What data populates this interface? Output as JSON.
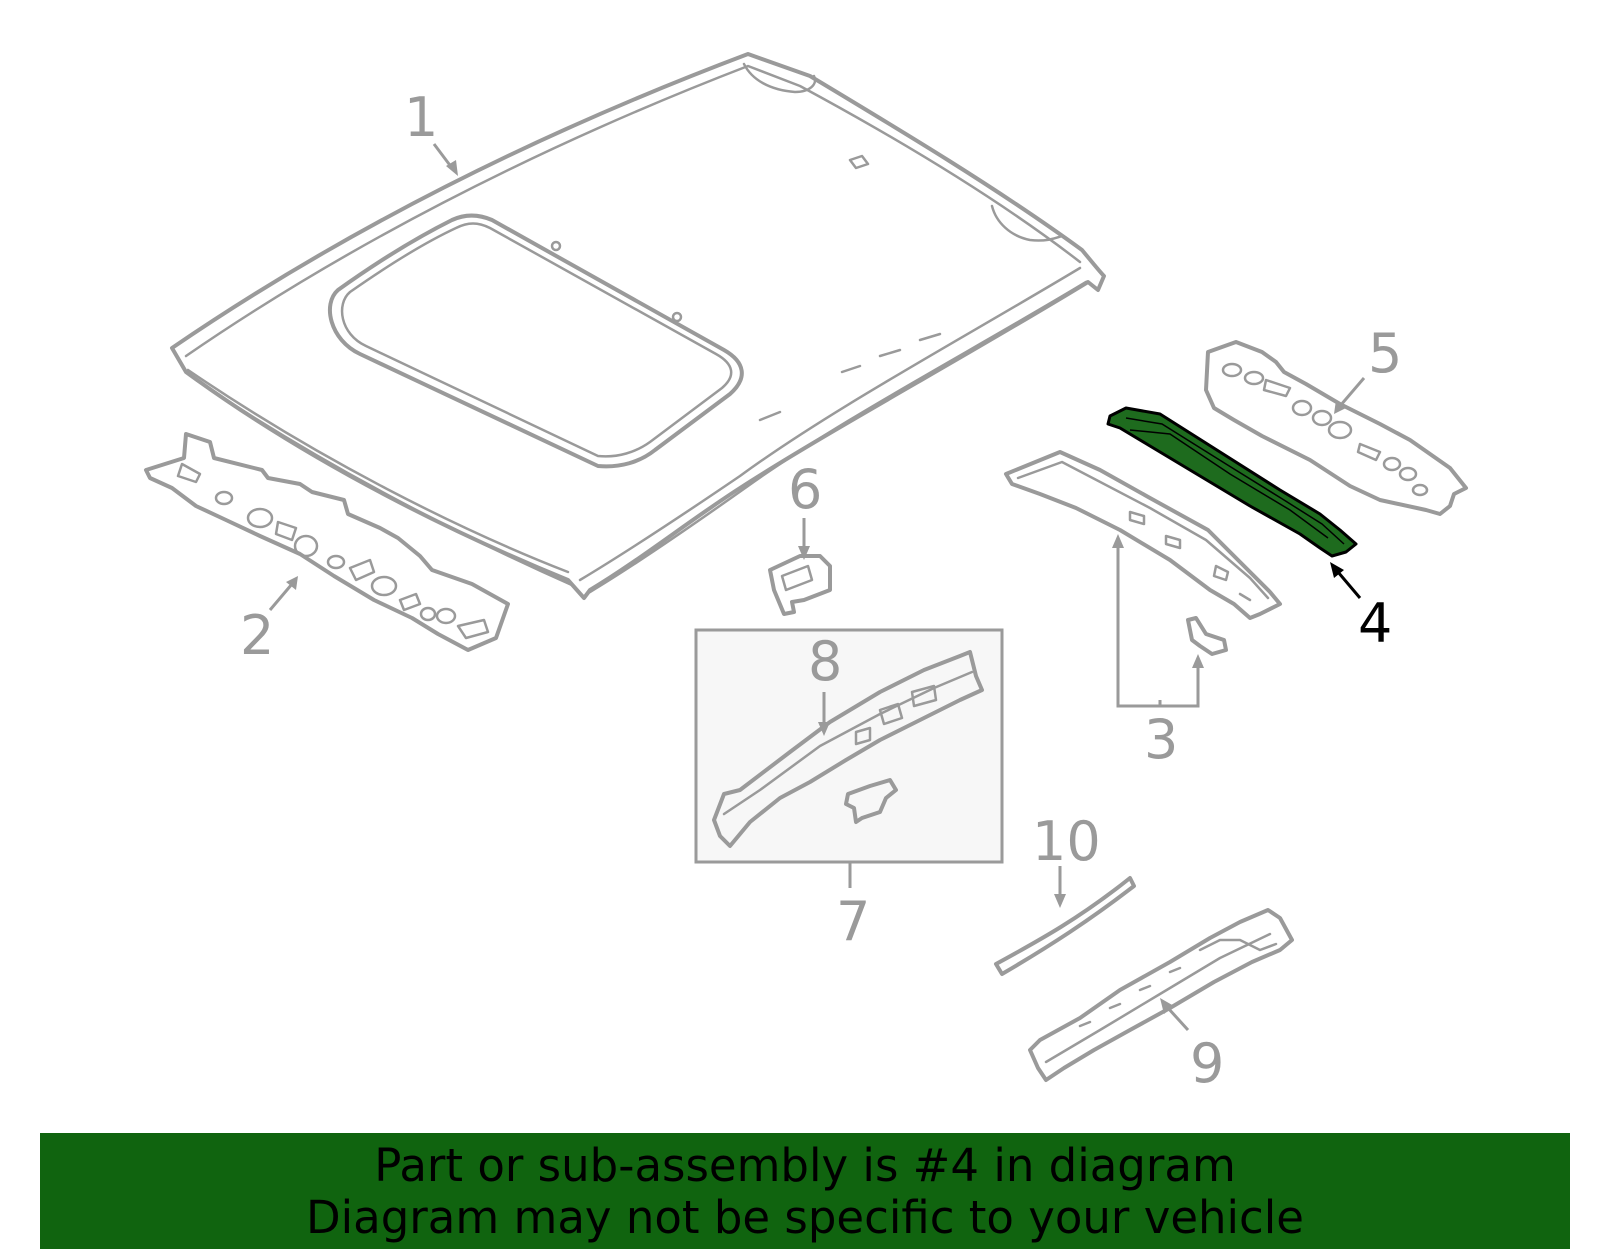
{
  "diagram": {
    "highlight_color": "#1e6b1e",
    "callouts": [
      {
        "id": "1",
        "label": "1"
      },
      {
        "id": "2",
        "label": "2"
      },
      {
        "id": "3",
        "label": "3"
      },
      {
        "id": "4",
        "label": "4",
        "highlighted": true
      },
      {
        "id": "5",
        "label": "5"
      },
      {
        "id": "6",
        "label": "6"
      },
      {
        "id": "7",
        "label": "7"
      },
      {
        "id": "8",
        "label": "8"
      },
      {
        "id": "9",
        "label": "9"
      },
      {
        "id": "10",
        "label": "10"
      }
    ]
  },
  "banner": {
    "background_color": "#10640f",
    "line1": "Part or sub-assembly is #4 in diagram",
    "line2": "Diagram may not be specific to your vehicle"
  }
}
